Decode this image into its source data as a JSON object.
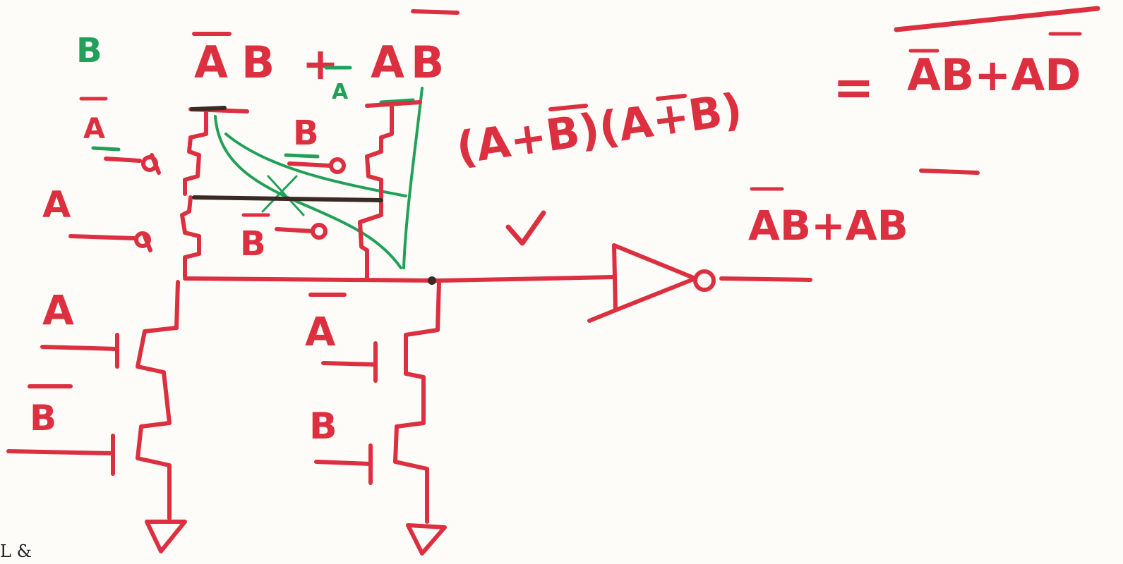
{
  "colors": {
    "red": "#dc2f3f",
    "green": "#22a05a",
    "dark": "#3a2a24",
    "paper": "#fdfcf8"
  },
  "expr_top": {
    "t1_a": "A",
    "t1_b": "B",
    "plus": "+",
    "t2_a": "A",
    "t2_b": "B"
  },
  "expr_top_green": {
    "b": "B",
    "a": "A"
  },
  "equation": {
    "lhs": "(A+B)(A+B)",
    "equals": "=",
    "rhs": "AB+AD"
  },
  "output_expr": "AB+AB",
  "inputs": {
    "pmos_left": [
      "A",
      "A"
    ],
    "pmos_right": [
      "B",
      "B"
    ],
    "nmos_left": [
      "A",
      "B"
    ],
    "nmos_right": [
      "A",
      "B"
    ]
  },
  "inverter": {
    "icon": "inverter-gate-icon"
  },
  "footer_text": "L &"
}
